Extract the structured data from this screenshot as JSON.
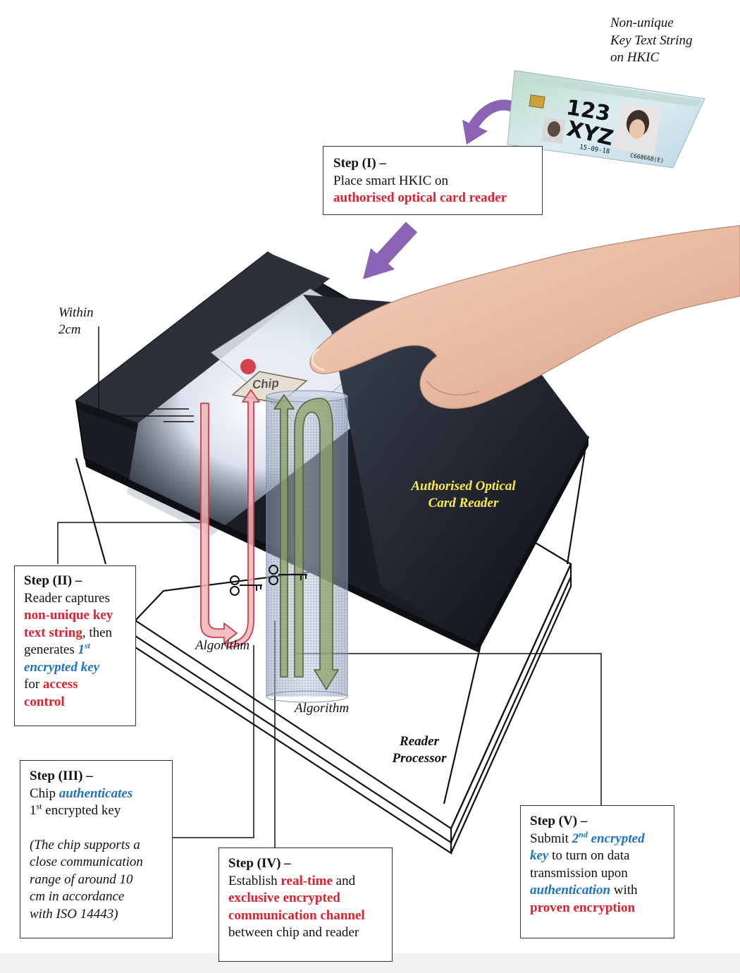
{
  "card_caption": {
    "line1": "Non-unique",
    "line2": "Key Text String",
    "line3": "on HKIC"
  },
  "card": {
    "line1": "123",
    "line2": "XYZ",
    "date": "15-09-18",
    "serial": "C668668(E)"
  },
  "step1": {
    "heading": "Step (I) –",
    "line1": "Place smart HKIC on",
    "line2": "authorised optical card reader"
  },
  "within": {
    "line1": "Within",
    "line2": "2cm"
  },
  "chip_label": "Chip",
  "reader_label": {
    "line1": "Authorised Optical",
    "line2": "Card Reader"
  },
  "algorithm_left": "Algorithm",
  "algorithm_right": "Algorithm",
  "processor_label": {
    "line1": "Reader",
    "line2": "Processor"
  },
  "step2": {
    "heading": "Step (II) –",
    "l1": "Reader captures",
    "l2": "non-unique key",
    "l3a": "text string",
    "l3b": ", then",
    "l4a": "generates ",
    "l4b": "1",
    "l4c": "st",
    "l5": "encrypted key",
    "l6a": "for ",
    "l6b": "access",
    "l7": "control"
  },
  "step3": {
    "heading": "Step (III) –",
    "l1a": "Chip ",
    "l1b": "authenticates",
    "l2a": "1",
    "l2b": "st",
    "l2c": " encrypted key",
    "n1": "(The chip supports a",
    "n2": "close communication",
    "n3": "range of around 10",
    "n4": "cm in accordance",
    "n5": "with ISO 14443)"
  },
  "step4": {
    "heading": "Step (IV) –",
    "l1a": "Establish ",
    "l1b": "real-time",
    "l1c": " and",
    "l2": "exclusive encrypted",
    "l3": "communication channel",
    "l4": "between chip and reader"
  },
  "step5": {
    "heading": "Step (V) –",
    "l1a": "Submit ",
    "l1b": "2",
    "l1c": "nd",
    "l1d": " encrypted",
    "l2a": "key",
    "l2b": " to turn on data",
    "l3": "transmission upon",
    "l4a": "authentication",
    "l4b": " with",
    "l5": "proven encryption"
  },
  "colors": {
    "red_text": "#e0202e",
    "blue_text": "#1f72c0",
    "reader_label": "#ffe84a",
    "pink_arrow": "#f2b4b8",
    "green_arrow": "#8fa36a",
    "purple_arrow": "#8a63b5"
  }
}
